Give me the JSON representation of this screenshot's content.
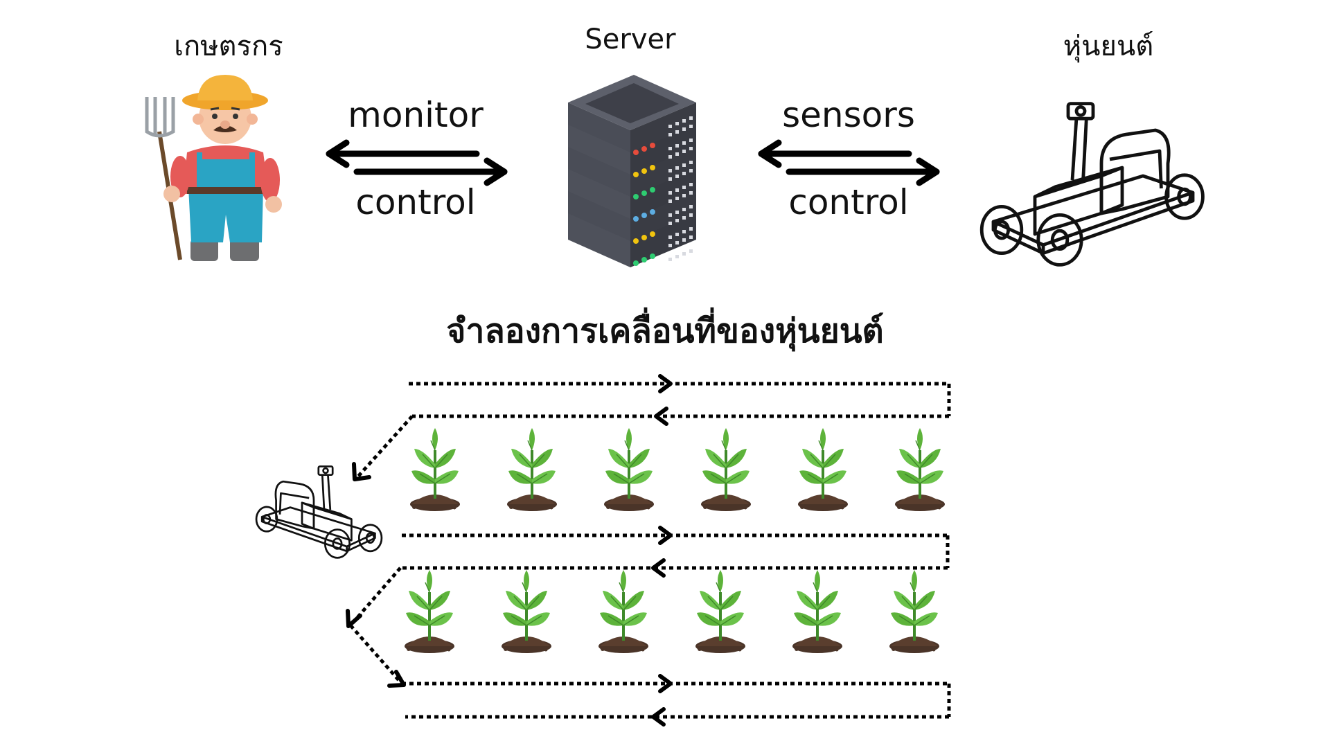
{
  "nodes": {
    "farmer": {
      "label": "เกษตรกร"
    },
    "server": {
      "label": "Server"
    },
    "robot": {
      "label": "หุ่นยนต์"
    }
  },
  "links": {
    "farmer_server": {
      "upper": "monitor",
      "lower": "control"
    },
    "server_robot": {
      "upper": "sensors",
      "lower": "control"
    }
  },
  "simulation": {
    "title": "จำลองการเคลื่อนที่ของหุ่นยนต์",
    "rows_of_plants": 2,
    "plants_per_row": 6
  },
  "colors": {
    "hat": "#f4b43c",
    "shirt": "#e55a58",
    "overalls": "#2aa4c4",
    "server_body": "#4a4d57",
    "plant": "#5db33a",
    "soil": "#4a3428"
  }
}
